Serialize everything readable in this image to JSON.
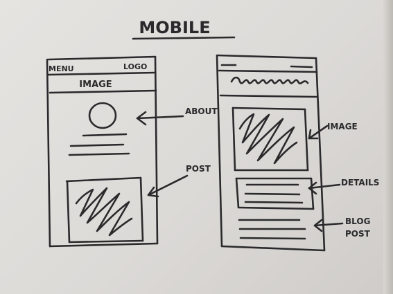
{
  "title": "MOBILE",
  "left_wireframe": {
    "menu_label": "MENU",
    "logo_label": "LOGO",
    "banner_label": "IMAGE"
  },
  "annotations": {
    "about": "ABOUT",
    "post": "POST",
    "image": "IMAGE",
    "details": "DETAILS",
    "blog_line1": "BLOG",
    "blog_line2": "POST"
  },
  "colors": {
    "ink": "#2a2a2c",
    "paper": "#e3e1de"
  }
}
